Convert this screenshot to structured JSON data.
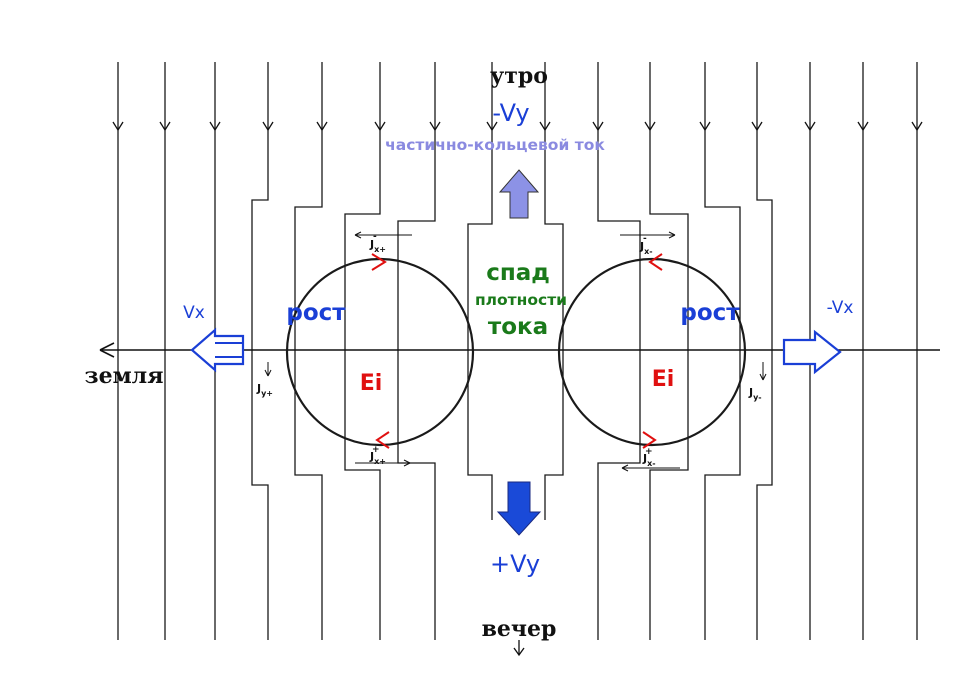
{
  "labels": {
    "top_direction": "утро",
    "top_velocity": "-Vy",
    "ring_current": "частично-кольцевой ток",
    "center_line1": "спад",
    "center_line2": "плотности",
    "center_line3": "тока",
    "left_growth": "рост",
    "right_growth": "рост",
    "left_field": "Ei",
    "right_field": "Ei",
    "left_velocity": "Vx",
    "right_velocity": "-Vx",
    "earth": "земля",
    "bottom_velocity": "+Vy",
    "bottom_direction": "вечер",
    "jx_top_left": "J",
    "jx_top_left_sub": "x+",
    "jx_top_left_sup": "-",
    "jx_top_right": "J",
    "jx_top_right_sub": "x-",
    "jx_top_right_sup": "-",
    "jx_bot_left": "J",
    "jx_bot_left_sub": "x+",
    "jx_bot_left_sup": "+",
    "jx_bot_right": "J",
    "jx_bot_right_sub": "x-",
    "jx_bot_right_sup": "+",
    "jy_left": "J",
    "jy_left_sub": "y+",
    "jy_right": "J",
    "jy_right_sub": "y-"
  },
  "colors": {
    "growth_text": "#1a3fd6",
    "center_text": "#1a7a1a",
    "field_text": "#e01010",
    "ring_current_text": "#8a8ae0",
    "velocity_text": "#1a3fd6",
    "up_arrow_fill": "#8c92e6",
    "down_arrow_fill": "#1a4ad8",
    "loop_arrow": "#e01010"
  }
}
